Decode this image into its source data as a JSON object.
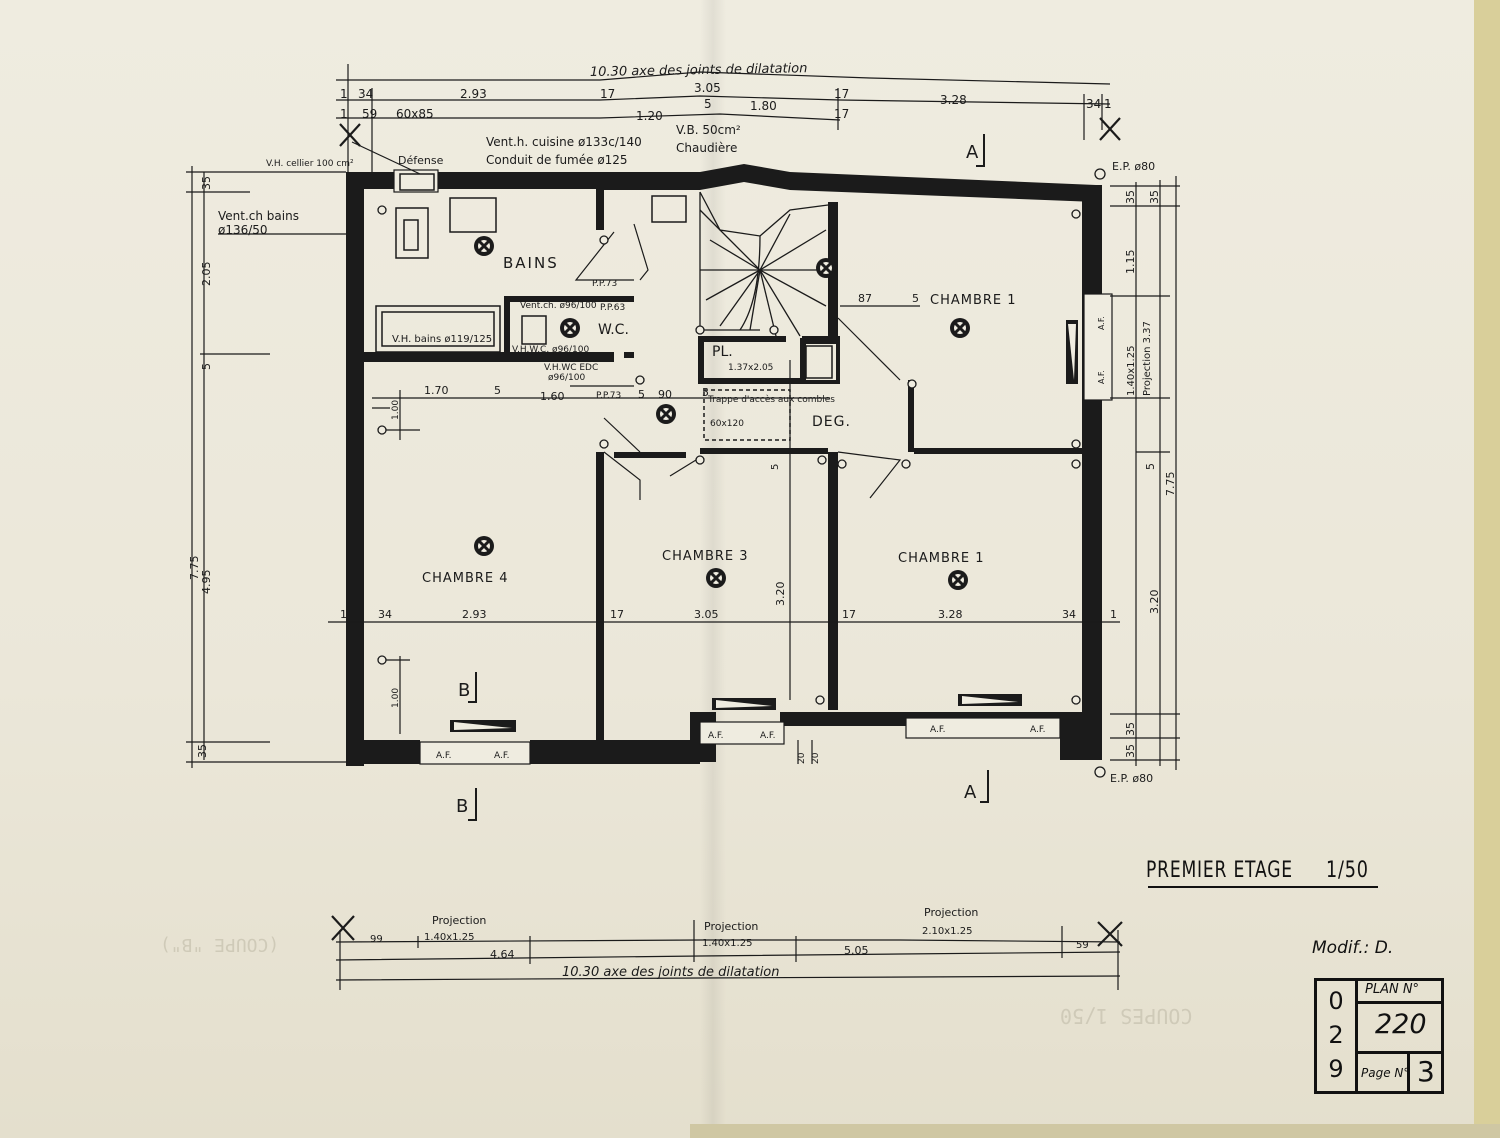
{
  "drawing": {
    "title": "PREMIER ETAGE",
    "scale": "1/50",
    "modif": "Modif.: D.",
    "plan_label": "PLAN N°",
    "plan_number": "220",
    "page_label": "Page N°",
    "page_number": "3",
    "side_digits": [
      "0",
      "2",
      "9"
    ],
    "ghost_left": "(COUPE \"B\")",
    "ghost_right": "COUPES 1/50"
  },
  "rooms": {
    "bains": "BAINS",
    "wc": "W.C.",
    "pl": "PL.",
    "pl_dim": "1.37x2.05",
    "deg": "DEG.",
    "chambre_top_right": "CHAMBRE 1",
    "chambre_bottom_right": "CHAMBRE 1",
    "chambre_3": "CHAMBRE 3",
    "chambre_4": "CHAMBRE 4"
  },
  "annotations": {
    "axe_top": "10.30 axe des joints de dilatation",
    "axe_bottom": "10.30 axe des joints de dilatation",
    "vent_cuisine": "Vent.h. cuisine ø133c/140",
    "conduit": "Conduit de fumée ø125",
    "vb": "V.B. 50cm²",
    "chaudiere": "Chaudière",
    "vh_cellier": "V.H. cellier 100 cm²",
    "defense": "Défense",
    "vent_bains": "Vent.ch bains",
    "vent_bains_dim": "ø136/50",
    "vh_bains": "V.H. bains ø119/125",
    "vent_ch": "Vent.ch. ø96/100",
    "pp63": "P.P.63",
    "vhwc": "V.H.W.C. ø96/100",
    "vhwc2": "V.H.WC EDC",
    "vhwc2_dim": "ø96/100",
    "trappe": "Trappe d'accès aux combles",
    "trappe_dim": "60x120",
    "pp73": "P.P.73",
    "ep80": "E.P. ø80",
    "projection": "Projection",
    "projection_v": "Projection 3.37",
    "af": "A.F.",
    "section_a": "A",
    "section_b": "B",
    "dim_60x85": "60x85"
  },
  "dimensions": {
    "top_row1": [
      "1",
      "34",
      "2.93",
      "17",
      "3.05",
      "17",
      "3.28",
      "34",
      "1"
    ],
    "top_row2": [
      "1",
      "59",
      "60x85",
      "1.20",
      "5",
      "1.80",
      "17"
    ],
    "left": [
      "35",
      "2.05",
      "5",
      "4.95",
      "7.75",
      "35"
    ],
    "right": [
      "35",
      "35",
      "1.15",
      "1.40x1.25",
      "5",
      "3.20",
      "7.75",
      "35",
      "35"
    ],
    "middle": [
      "1",
      "34",
      "2.93",
      "17",
      "3.05",
      "17",
      "3.28",
      "34",
      "1"
    ],
    "inner": [
      "1.70",
      "5",
      "1.60",
      "5",
      "90",
      "5",
      "87",
      "5",
      "1.00",
      "1.00",
      "3.20",
      "5"
    ],
    "bottom_row1": [
      "99",
      "1.40x1.25",
      "4.64",
      "1.40x1.25",
      "2.10x1.25",
      "5.05",
      "59"
    ],
    "bottom_right_small": [
      "20",
      "20"
    ]
  }
}
